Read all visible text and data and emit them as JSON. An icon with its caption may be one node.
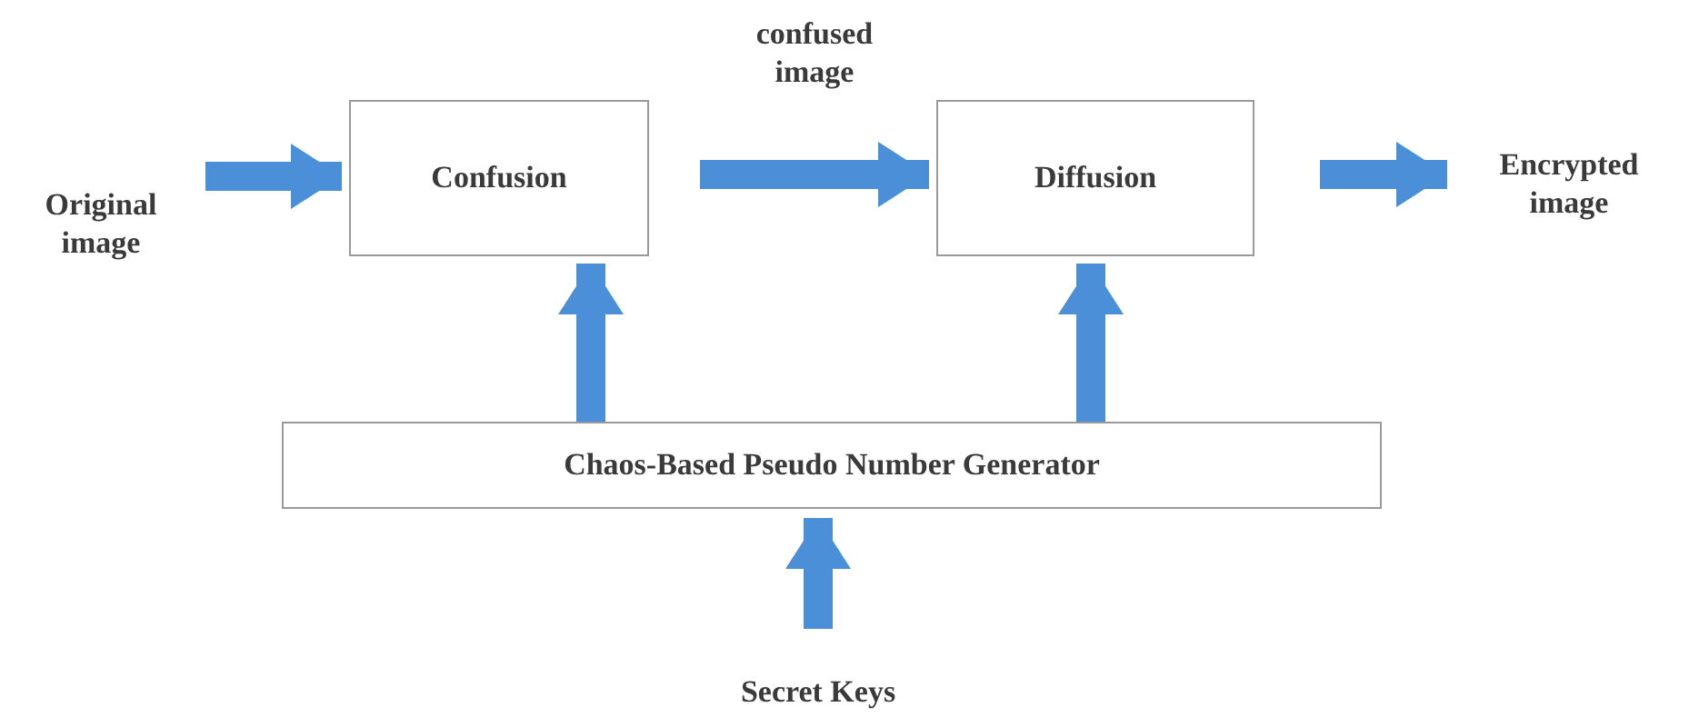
{
  "diagram": {
    "nodes": [
      {
        "text": [
          "Original image"
        ]
      },
      {
        "text": [
          "Confusion"
        ]
      },
      {
        "text": [
          "Diffusion"
        ]
      },
      {
        "text": [
          "Encrypted image"
        ]
      },
      {
        "text": [
          "Chaos-Based Pseudo Number Generator"
        ]
      },
      {
        "text": [
          "Secret Keys"
        ]
      }
    ],
    "edges": [
      {
        "from": 0,
        "to": 1,
        "arrow": "to"
      },
      {
        "from": 1,
        "to": 2,
        "arrow": "to",
        "label": "confused image"
      },
      {
        "from": 2,
        "to": 3,
        "arrow": "to"
      },
      {
        "from": 4,
        "to": 1,
        "arrow": "to"
      },
      {
        "from": 4,
        "to": 2,
        "arrow": "to"
      },
      {
        "from": 5,
        "to": 4,
        "arrow": "to"
      }
    ]
  }
}
